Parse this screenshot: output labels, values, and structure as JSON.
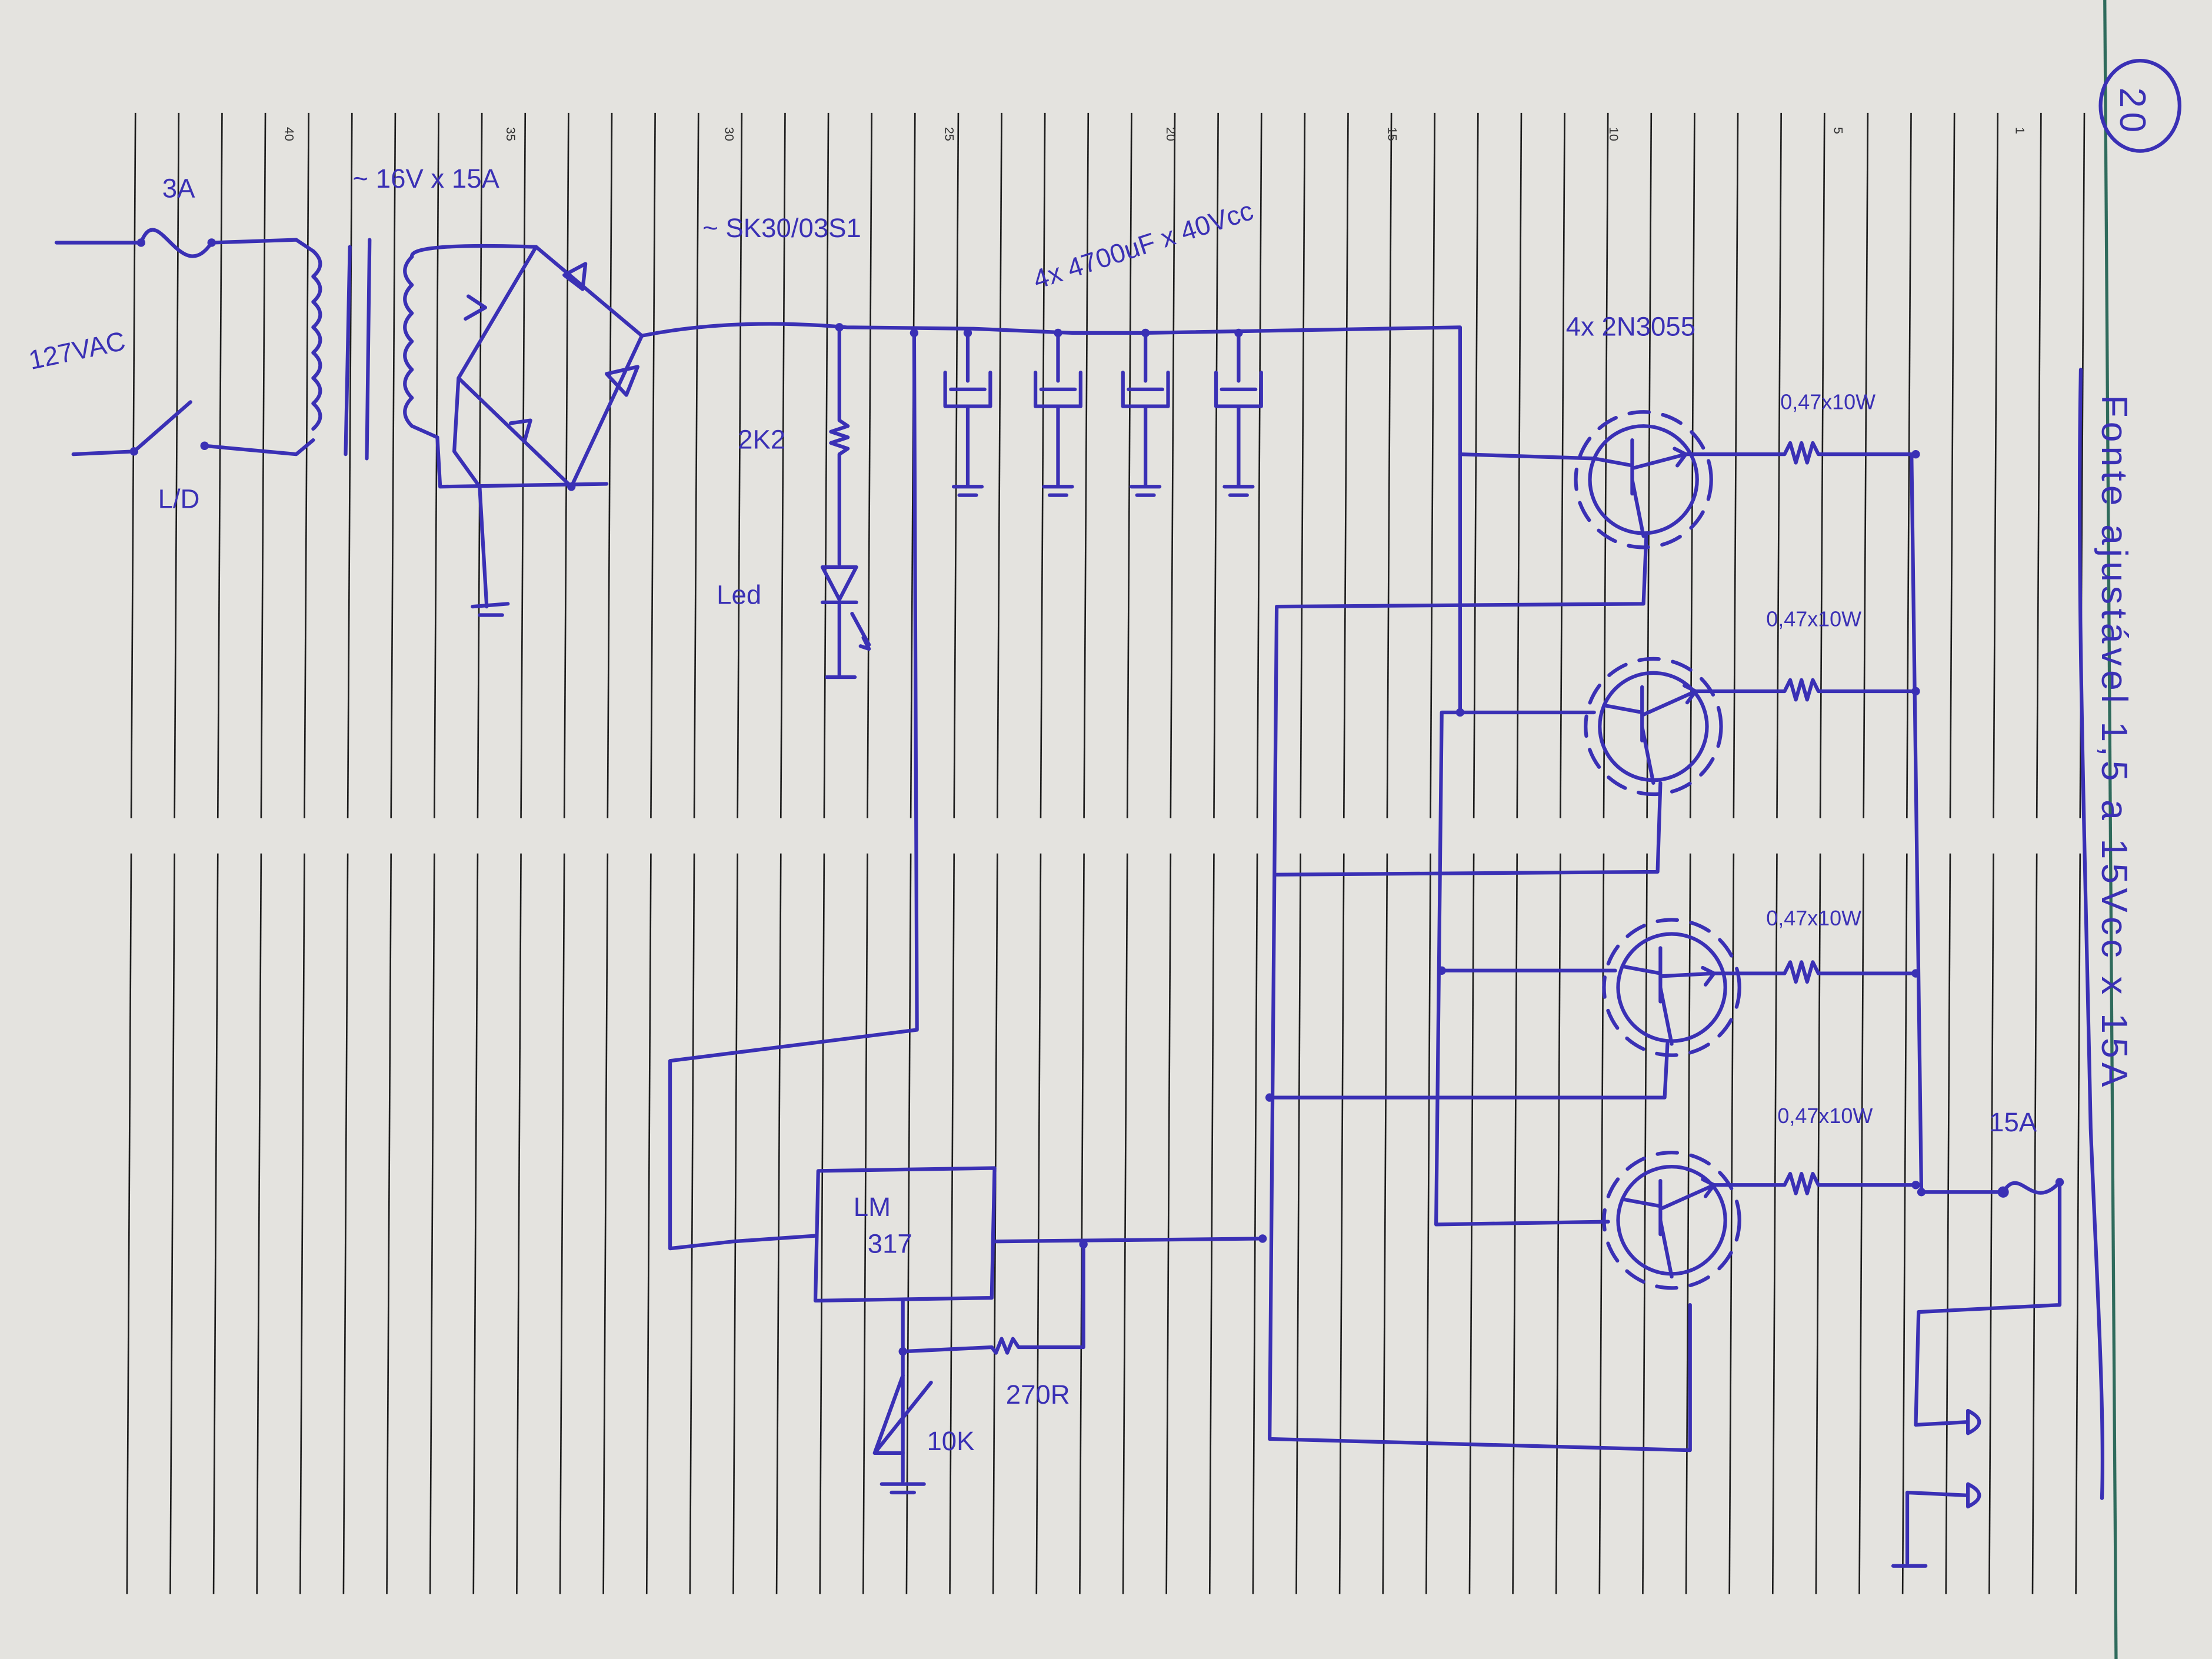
{
  "page": {
    "page_number": "20",
    "line_numbers": [
      "40",
      "35",
      "30",
      "25",
      "20",
      "15",
      "10",
      "5",
      "1"
    ],
    "title": "Fonte ajustável 1,5 a 15Vcc x 15A"
  },
  "labels": {
    "input_fuse": "3A",
    "mains_voltage": "127VAC",
    "power_switch": "L/D",
    "transformer": "~ 16V x 15A",
    "bridge": "~ SK30/03S1",
    "capacitors": "4x 4700uF x 40Vcc",
    "led_resistor": "2K2",
    "led": "Led",
    "regulator_line1": "LM",
    "regulator_line2": "317",
    "potentiometer": "10K",
    "adjust_resistor": "270R",
    "transistors": "4x 2N3055",
    "emitter_resistors": [
      "0,47x10W",
      "0,47x10W",
      "0,47x10W",
      "0,47x10W"
    ],
    "output_fuse": "15A"
  },
  "colors": {
    "ink": "#3a30b5",
    "paper": "#e4e3df",
    "margin": "#2f6b5c"
  }
}
